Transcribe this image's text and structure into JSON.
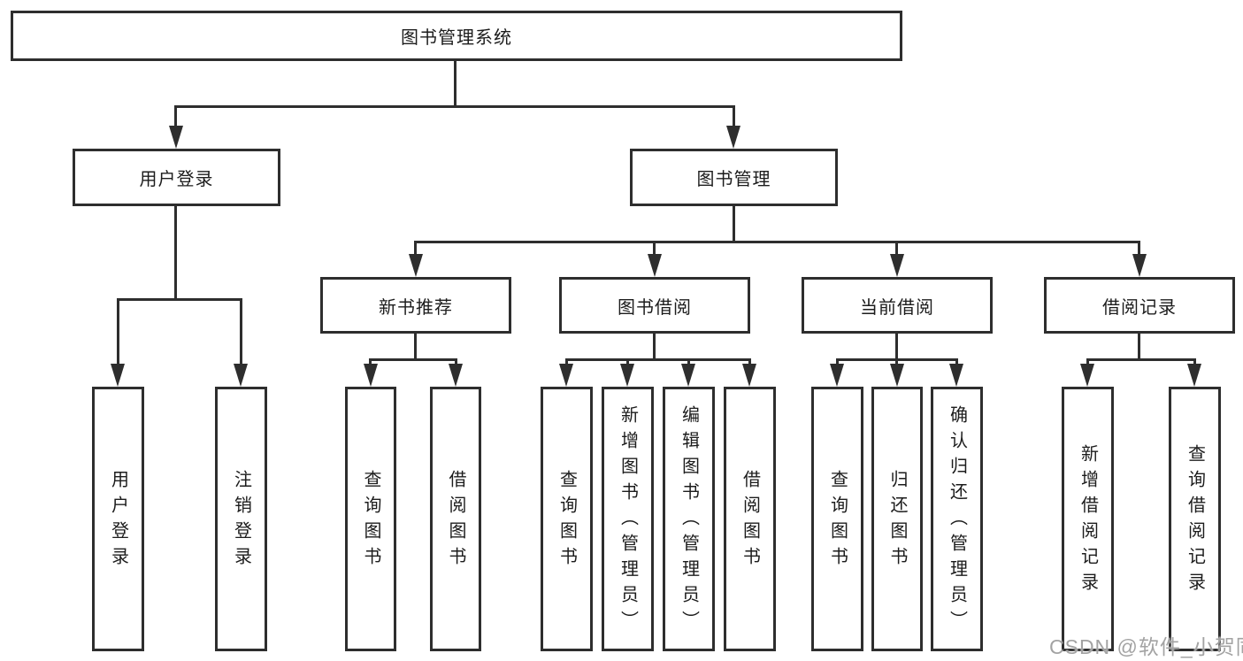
{
  "diagram": {
    "root": {
      "label": "图书管理系统"
    },
    "branches": [
      {
        "label": "用户登录",
        "children": [
          {
            "label": "用户登录"
          },
          {
            "label": "注销登录"
          }
        ]
      },
      {
        "label": "图书管理",
        "children": [
          {
            "label": "新书推荐",
            "children": [
              {
                "label": "查询图书"
              },
              {
                "label": "借阅图书"
              }
            ]
          },
          {
            "label": "图书借阅",
            "children": [
              {
                "label": "查询图书"
              },
              {
                "label": "新增图书（管理员）"
              },
              {
                "label": "编辑图书（管理员）"
              },
              {
                "label": "借阅图书"
              }
            ]
          },
          {
            "label": "当前借阅",
            "children": [
              {
                "label": "查询图书"
              },
              {
                "label": "归还图书"
              },
              {
                "label": "确认归还（管理员）"
              }
            ]
          },
          {
            "label": "借阅记录",
            "children": [
              {
                "label": "新增借阅记录"
              },
              {
                "label": "查询借阅记录"
              }
            ]
          }
        ]
      }
    ]
  },
  "watermark": {
    "text": "CSDN @软件_小贺同学"
  },
  "colors": {
    "line": "#2e2e2e",
    "text": "#1c1c1c",
    "watermark": "#a3a3a3",
    "background": "#ffffff"
  }
}
